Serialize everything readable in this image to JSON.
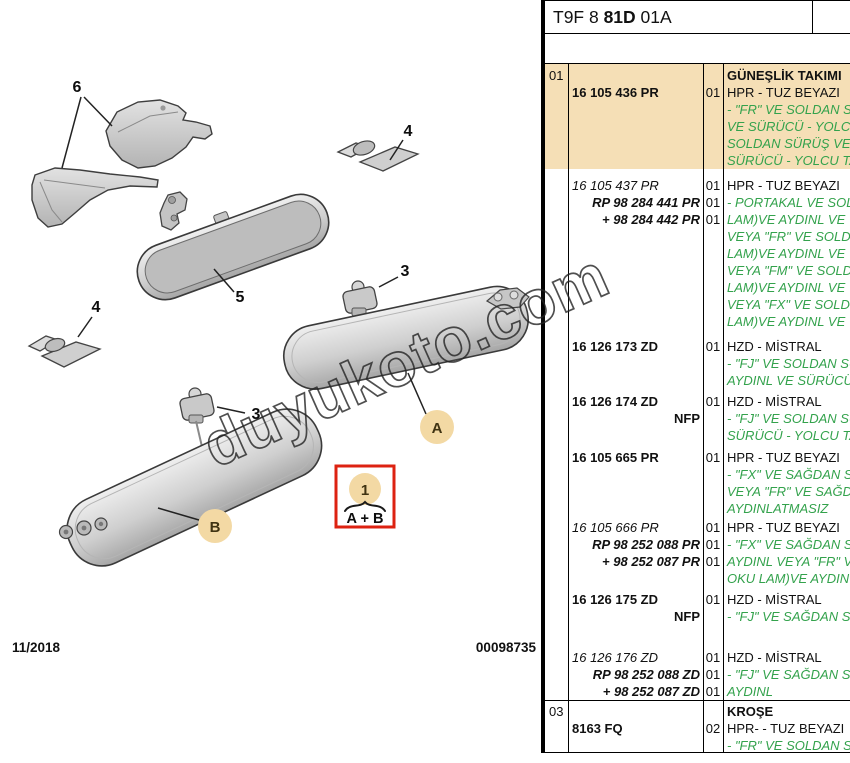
{
  "header": {
    "code_prefix": "T9F 8 ",
    "code_bold": "81D",
    "code_suffix": " 01A"
  },
  "watermark": "duyukoto.com",
  "footer": {
    "date": "11/2018",
    "sheet": "00098735"
  },
  "colors": {
    "hl": "#f5dfb6",
    "green": "#33a24c",
    "red": "#dd2211",
    "badge": "#f3d9a4"
  },
  "diagram": {
    "labels": {
      "cover": "6",
      "clip": "4",
      "mirror": "5",
      "mount": "3",
      "visor_a": "A",
      "visor_b": "B"
    },
    "legend": {
      "number": "1",
      "formula": "A + B"
    }
  },
  "table": {
    "entries": [
      {
        "item": "01",
        "rows": [
          {
            "desc": "GÜNEŞLİK TAKIMI",
            "dc": "b"
          },
          {
            "part": "16 105 436 PR",
            "pc": "b",
            "qty": "01",
            "desc": "HPR - TUZ BEYAZI"
          },
          {
            "desc": "- \"FR\" VE SOLDAN S",
            "dc": "g"
          },
          {
            "desc": "VE SÜRÜCÜ - YOLC",
            "dc": "g"
          },
          {
            "desc": "SOLDAN SÜRÜŞ VE",
            "dc": "g"
          },
          {
            "desc": "SÜRÜCÜ - YOLCU TA",
            "dc": "g"
          }
        ]
      },
      {
        "rows": [
          {
            "part": "16 105 437 PR",
            "pc": "i",
            "qty": "01",
            "desc": "HPR - TUZ BEYAZI"
          },
          {
            "part": "RP 98 284 441 PR",
            "pc": "bi r",
            "qty": "01",
            "desc": "- PORTAKAL VE SOL",
            "dc": "g"
          },
          {
            "part": "+ 98 284 442 PR",
            "pc": "bi r",
            "qty": "01",
            "desc": "LAM)VE AYDINL VE",
            "dc": "g"
          },
          {
            "desc": "VEYA \"FR\" VE SOLD",
            "dc": "g"
          },
          {
            "desc": "LAM)VE AYDINL VE",
            "dc": "g"
          },
          {
            "desc": "VEYA \"FM\" VE SOLD",
            "dc": "g"
          },
          {
            "desc": "LAM)VE AYDINL VE",
            "dc": "g"
          },
          {
            "desc": "VEYA \"FX\" VE SOLD",
            "dc": "g"
          },
          {
            "desc": "LAM)VE AYDINL VE",
            "dc": "g"
          }
        ]
      },
      {
        "rows": [
          {
            "part": "16 126 173 ZD",
            "pc": "b",
            "qty": "01",
            "desc": "HZD - MİSTRAL"
          },
          {
            "desc": "- \"FJ\" VE SOLDAN SÜ",
            "dc": "g"
          },
          {
            "desc": "AYDINL VE SÜRÜCÜ",
            "dc": "g"
          }
        ]
      },
      {
        "rows": [
          {
            "part": "16 126 174 ZD",
            "pc": "b",
            "qty": "01",
            "desc": "HZD - MİSTRAL"
          },
          {
            "part": "NFP",
            "pc": "b r",
            "desc": "- \"FJ\" VE SOLDAN SÜ",
            "dc": "g"
          },
          {
            "desc": "SÜRÜCÜ - YOLCU TA",
            "dc": "g"
          }
        ]
      },
      {
        "rows": [
          {
            "part": "16 105 665 PR",
            "pc": "b",
            "qty": "01",
            "desc": "HPR - TUZ BEYAZI"
          },
          {
            "desc": "- \"FX\" VE SAĞDAN S",
            "dc": "g"
          },
          {
            "desc": "VEYA \"FR\" VE SAĞD",
            "dc": "g"
          },
          {
            "desc": "AYDINLATMASIZ",
            "dc": "g"
          }
        ]
      },
      {
        "rows": [
          {
            "part": "16 105 666 PR",
            "pc": "i",
            "qty": "01",
            "desc": "HPR - TUZ BEYAZI"
          },
          {
            "part": "RP 98 252 088 PR",
            "pc": "bi r",
            "qty": "01",
            "desc": "- \"FX\" VE SAĞDAN S",
            "dc": "g"
          },
          {
            "part": "+ 98 252 087 PR",
            "pc": "bi r",
            "qty": "01",
            "desc": "AYDINL VEYA \"FR\" V",
            "dc": "g"
          },
          {
            "desc": "OKU LAM)VE AYDIN",
            "dc": "g"
          }
        ]
      },
      {
        "rows": [
          {
            "part": "16 126 175 ZD",
            "pc": "b",
            "qty": "01",
            "desc": "HZD - MİSTRAL"
          },
          {
            "part": "NFP",
            "pc": "b r",
            "desc": "- \"FJ\" VE SAĞDAN S",
            "dc": "g"
          }
        ]
      },
      {
        "rows": [
          {
            "part": "16 126 176 ZD",
            "pc": "i",
            "qty": "01",
            "desc": "HZD - MİSTRAL"
          },
          {
            "part": "RP 98 252 088 ZD",
            "pc": "bi r",
            "qty": "01",
            "desc": "- \"FJ\" VE SAĞDAN S",
            "dc": "g"
          },
          {
            "part": "+ 98 252 087 ZD",
            "pc": "bi r",
            "qty": "01",
            "desc": "AYDINL",
            "dc": "g"
          }
        ]
      },
      {
        "item": "03",
        "rows": [
          {
            "desc": "KROŞE",
            "dc": "b"
          },
          {
            "part": "8163 FQ",
            "pc": "b",
            "qty": "02",
            "desc": "HPR- - TUZ BEYAZI"
          },
          {
            "desc": "- \"FR\" VE SOLDAN S",
            "dc": "g"
          }
        ]
      }
    ]
  }
}
